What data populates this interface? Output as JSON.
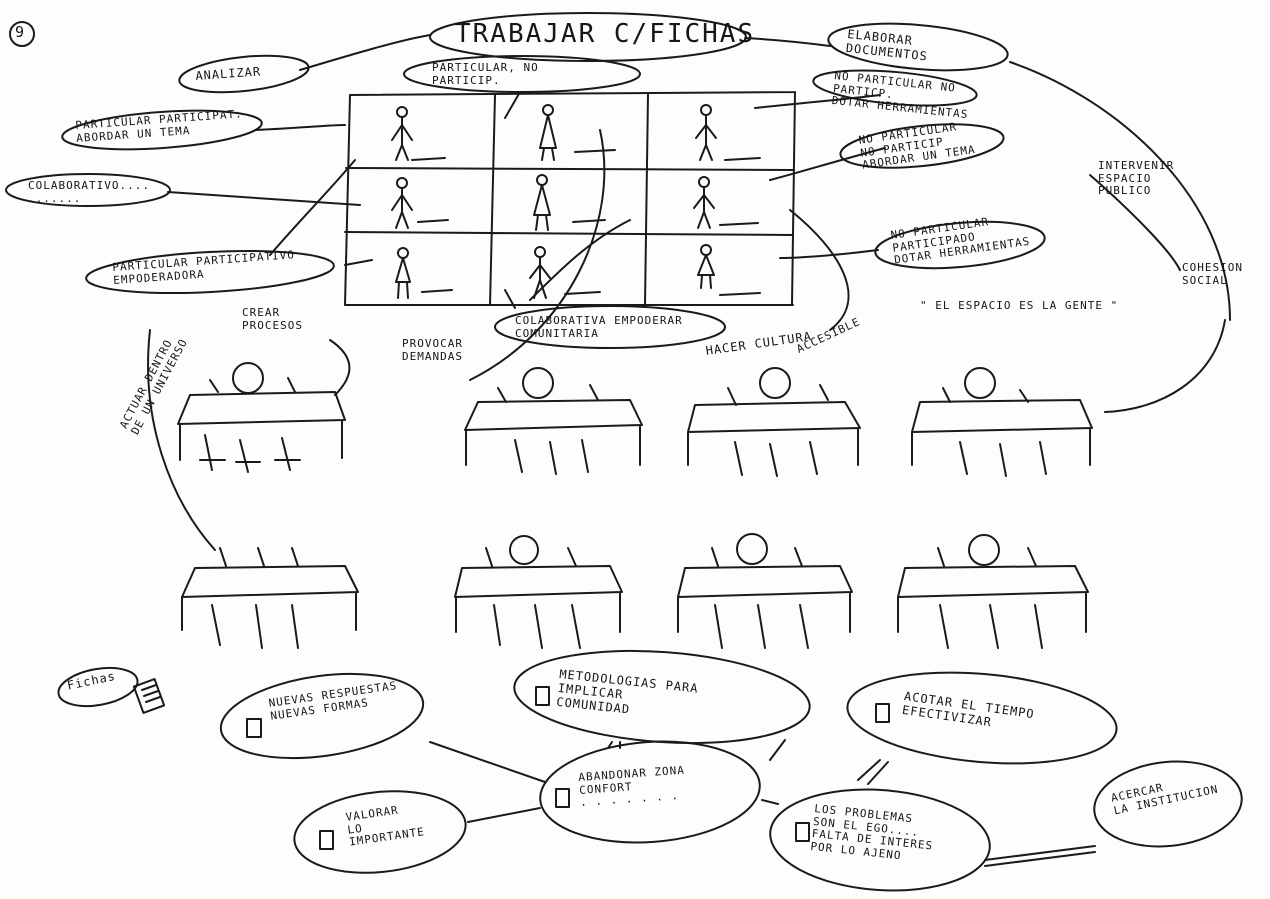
{
  "page_number": "9",
  "title": "TRABAJAR C/FICHAS",
  "top_labels": {
    "analizar": "ANALIZAR",
    "elaborar": "ELABORAR\nDOCUMENTOS",
    "particular_no_particip": "PARTICULAR, NO\nPARTICIP.",
    "particular_participat": "PARTICULAR PARTICIPAT.\nABORDAR UN TEMA",
    "colaborativo": "COLABORATIVO....\n.......",
    "particular_participativo": "PARTICULAR PARTICIPATIVO\nEMPODERADORA",
    "no_particular_no_particip": "NO PARTICULAR NO\nPARTICP.\nDOTAR HERRAMIENTAS",
    "no_particular_no_particip_tema": "NO PARTICULAR\nNO PARTICIP\nABORDAR UN TEMA",
    "no_particular_participado": "NO PARTICULAR\nPARTICIPADO\nDOTAR HERRAMIENTAS",
    "colaborativa": "COLABORATIVA EMPODERAR\nCOMUNITARIA",
    "intervenir": "INTERVENIR\nESPACIO\nPUBLICO",
    "cohesion": "COHESION\nSOCIAL",
    "espacio_gente": "\" EL ESPACIO ES LA GENTE \"",
    "crear_procesos": "CREAR\nPROCESOS",
    "actuar": "ACTUAR DENTRO\nDE UN UNIVERSO",
    "provocar": "PROVOCAR\nDEMANDAS",
    "hacer_cultura": "HACER CULTURA",
    "accesible": "ACCESIBLE"
  },
  "bottom_labels": {
    "fichas": "Fichas",
    "nuevas": "NUEVAS RESPUESTAS\nNUEVAS FORMAS",
    "metodologias": "METODOLOGIAS PARA\nIMPLICAR\nCOMUNIDAD",
    "acotar": "ACOTAR EL TIEMPO\nEFECTIVIZAR",
    "abandonar": "ABANDONAR ZONA\nCONFORT\n. . . . . . .",
    "valorar": "VALORAR\nLO\nIMPORTANTE",
    "problemas": "LOS PROBLEMAS\nSON EL EGO....\nFALTA DE INTERES\nPOR LO AJENO",
    "acercar": "ACERCAR\nLA INSTITUCION"
  }
}
